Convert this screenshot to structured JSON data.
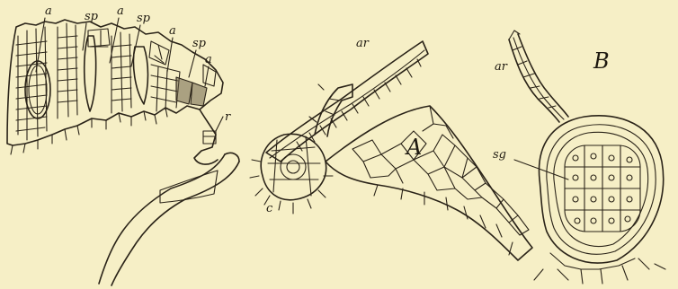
{
  "labels": {
    "left_a1": "a",
    "left_sp1": "sp",
    "left_a2": "a",
    "left_sp2": "sp",
    "left_a3": "a",
    "left_sp3": "sp",
    "left_a4": "a",
    "left_r": "r",
    "mid_ar": "ar",
    "mid_c": "c",
    "fig_A": "A",
    "fig_B": "B",
    "right_ar": "ar",
    "right_sg": "sg"
  },
  "colors": {
    "paper": "#f6efc6",
    "ink": "#2a2318"
  }
}
